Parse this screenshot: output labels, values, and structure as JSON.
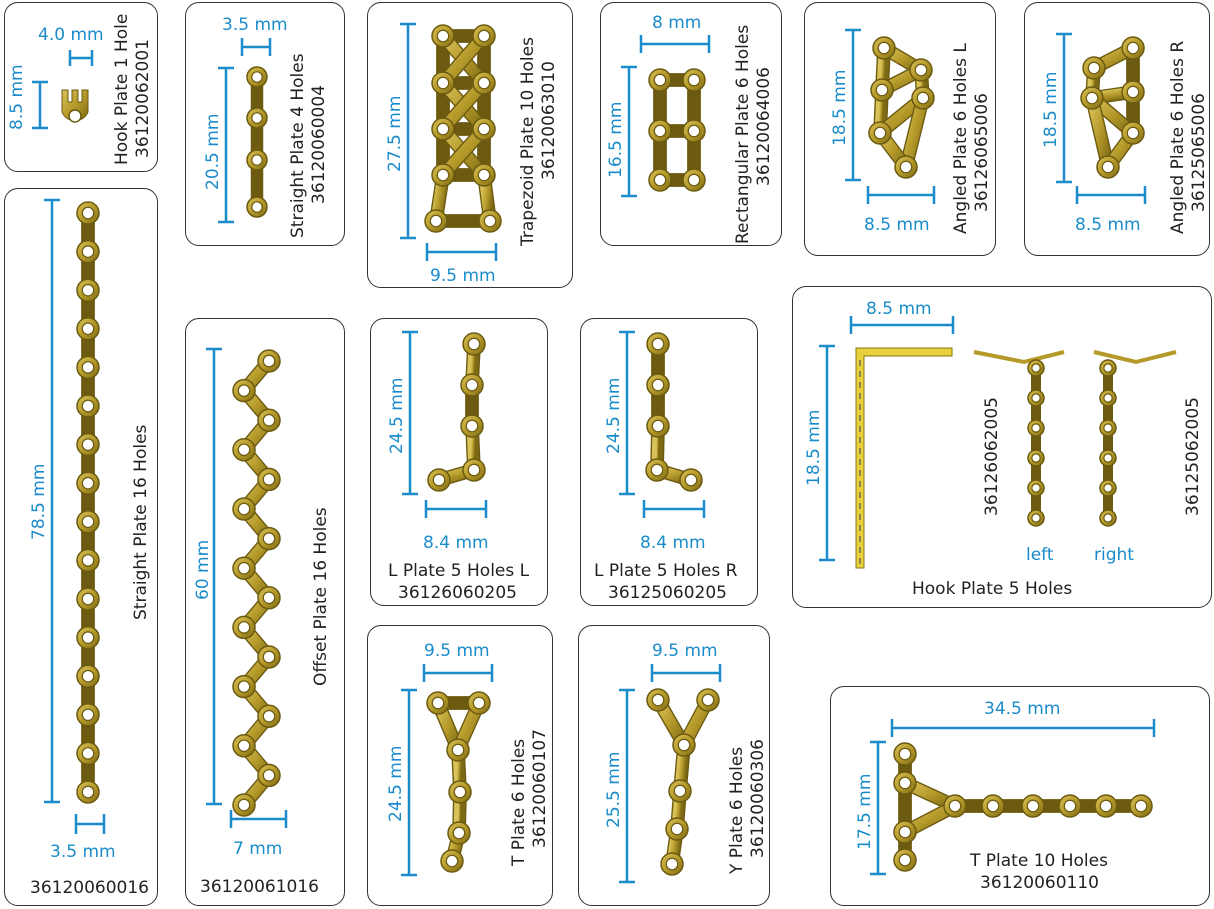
{
  "accent_color": "#1a8ccb",
  "plate_color": "#b59a2a",
  "cards": {
    "hook1": {
      "name": "Hook Plate 1 Hole",
      "code": "36120062001",
      "width": "4.0 mm",
      "height": "8.5 mm"
    },
    "straight16": {
      "name": "Straight Plate 16 Holes",
      "code": "36120060016",
      "length": "78.5 mm",
      "width": "3.5 mm"
    },
    "straight4": {
      "name": "Straight Plate 4 Holes",
      "code": "36120060004",
      "width": "3.5 mm",
      "length": "20.5 mm"
    },
    "offset16": {
      "name": "Offset Plate 16 Holes",
      "code": "36120061016",
      "length": "60 mm",
      "width": "7 mm"
    },
    "trap10": {
      "name": "Trapezoid Plate 10 Holes",
      "code": "36120063010",
      "length": "27.5 mm",
      "width": "9.5 mm"
    },
    "rect6": {
      "name": "Rectangular Plate 6 Holes",
      "code": "36120064006",
      "width": "8 mm",
      "length": "16.5 mm"
    },
    "angledL": {
      "name": "Angled Plate 6 Holes L",
      "code": "36126065006",
      "length": "18.5 mm",
      "width": "8.5 mm"
    },
    "angledR": {
      "name": "Angled Plate 6 Holes R",
      "code": "36125065006",
      "length": "18.5 mm",
      "width": "8.5 mm"
    },
    "lplateL": {
      "name": "L Plate 5 Holes L",
      "code": "36126060205",
      "length": "24.5 mm",
      "width": "8.4 mm"
    },
    "lplateR": {
      "name": "L Plate 5 Holes R",
      "code": "36125060205",
      "length": "24.5 mm",
      "width": "8.4 mm"
    },
    "hook5": {
      "name": "Hook Plate 5 Holes",
      "width": "8.5 mm",
      "length": "18.5 mm",
      "left_code": "36126062005",
      "right_code": "36125062005",
      "left_label": "left",
      "right_label": "right"
    },
    "tplate6": {
      "name": "T Plate 6 Holes",
      "code": "36120060107",
      "width": "9.5 mm",
      "length": "24.5 mm"
    },
    "yplate6": {
      "name": "Y Plate 6 Holes",
      "code": "36120060306",
      "width": "9.5 mm",
      "length": "25.5 mm"
    },
    "tplate10": {
      "name": "T Plate 10 Holes",
      "code": "36120060110",
      "width": "34.5 mm",
      "length": "17.5 mm"
    }
  }
}
